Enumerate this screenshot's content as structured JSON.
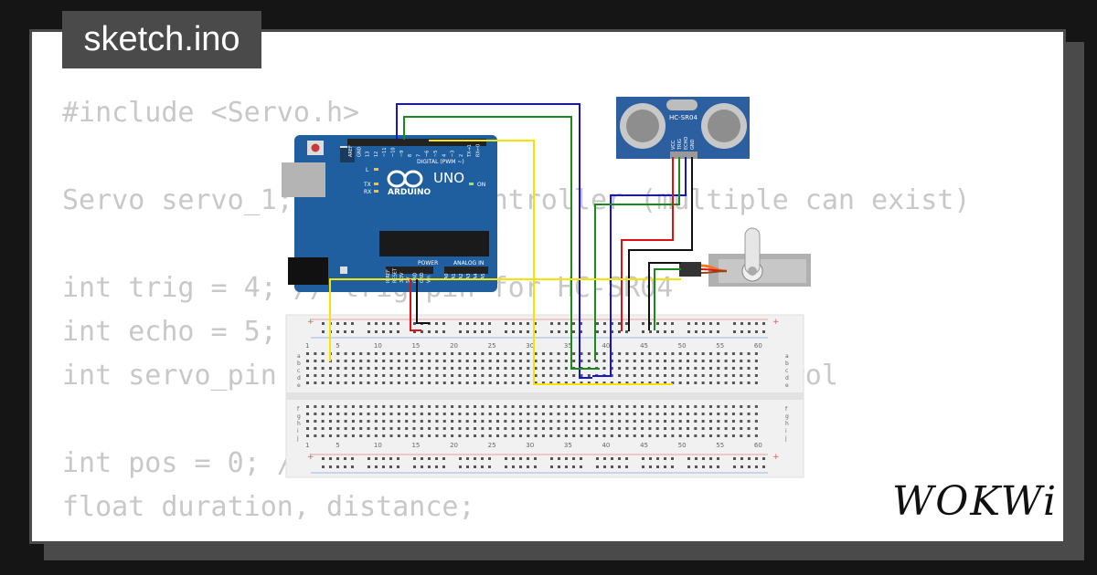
{
  "title": "sketch.ino",
  "code": [
    "#include <Servo.h>",
    "",
    "Servo servo_1; // servo controller (multiple can exist)",
    "",
    "int trig = 4; // trig pin for HC-SR04",
    "int echo = 5; // echo pin for HC-SR04",
    "int servo_pin = 3; // PWM pin for servo control",
    "",
    "int pos = 0; // servo starting position",
    "float duration, distance;"
  ],
  "arduino": {
    "brand": "ARDUINO",
    "model": "UNO",
    "digital_label": "DIGITAL (PWM ~)",
    "power_label": "POWER",
    "analog_label": "ANALOG IN",
    "tx": "TX",
    "rx": "RX",
    "l": "L",
    "on": "ON",
    "pins_top": [
      "AREF",
      "GND",
      "13",
      "12",
      "~11",
      "~10",
      "~9",
      "8",
      "7",
      "~6",
      "~5",
      "4",
      "~3",
      "2",
      "TX→1",
      "RX←0"
    ],
    "pins_power": [
      "IOREF",
      "RESET",
      "3.3V",
      "5V",
      "GND",
      "GND",
      "Vin"
    ],
    "pins_analog": [
      "A0",
      "A1",
      "A2",
      "A3",
      "A4",
      "A5"
    ]
  },
  "sensor": {
    "label": "HC-SR04",
    "pins": [
      "VCC",
      "TRIG",
      "ECHO",
      "GND"
    ]
  },
  "breadboard": {
    "columns": [
      "1",
      "5",
      "10",
      "15",
      "20",
      "25",
      "30",
      "35",
      "40",
      "45",
      "50",
      "55",
      "60"
    ],
    "rows_top": [
      "a",
      "b",
      "c",
      "d",
      "e"
    ],
    "rows_bottom": [
      "f",
      "g",
      "h",
      "i",
      "j"
    ]
  },
  "logo": "WOKWi",
  "colors": {
    "board": "#1f5f9f",
    "sensor": "#2c5f9f",
    "wire_blue": "#1515d0",
    "wire_green": "#1a8a1a",
    "wire_yellow": "#f5e400",
    "wire_red": "#e01010",
    "wire_black": "#111111",
    "servo_orange": "#f07820"
  }
}
